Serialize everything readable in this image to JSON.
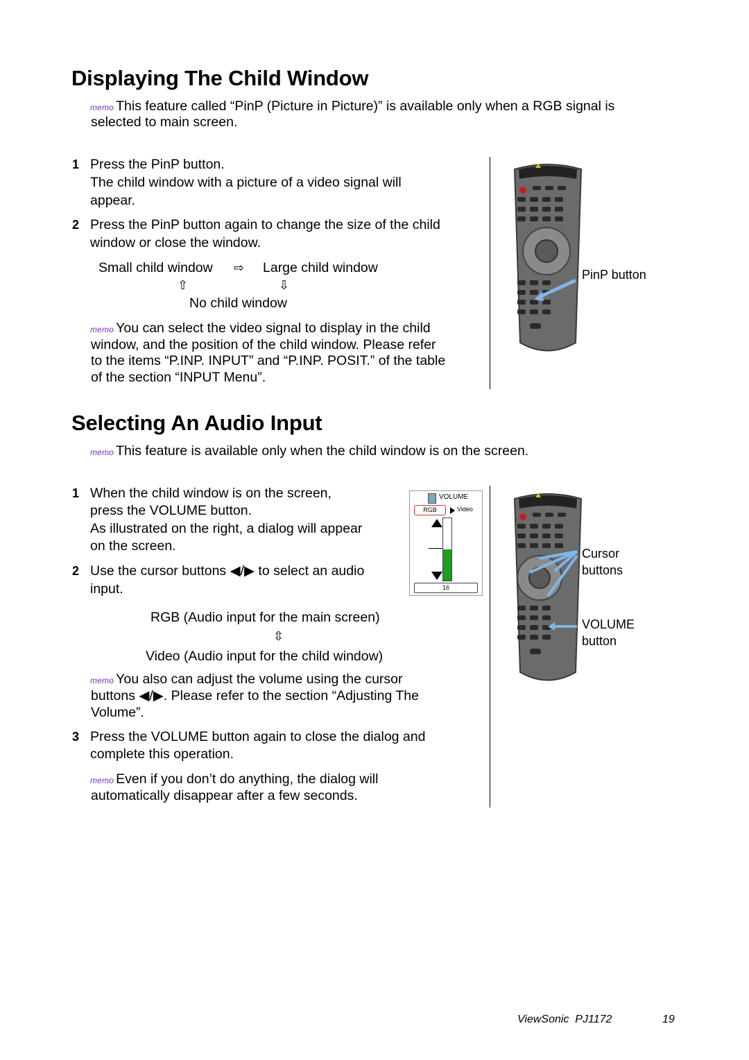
{
  "section1": {
    "title": "Displaying The Child Window",
    "memo_label": "memo",
    "memo_line1": "This feature called “PinP (Picture in Picture)” is available only when a RGB signal is",
    "memo_line2": "selected to main screen.",
    "step1_num": "1",
    "step1_line1": "Press the PinP button.",
    "step1_line2": "The child window with a picture of a video signal will",
    "step1_line3": "appear.",
    "step2_num": "2",
    "step2_line1": "Press the PinP button again to change the size of the child",
    "step2_line2": "window or close the window.",
    "cycle_small": "Small child window",
    "cycle_large": "Large child window",
    "cycle_none": "No child window",
    "arrow_right": "⇨",
    "arrow_up": "⇧",
    "arrow_down": "⇩",
    "memo2_line1": "You can select the video signal to display in the child",
    "memo2_line2": "window, and the position of the child window. Please refer",
    "memo2_line3": "to the items “P.INP. INPUT” and “P.INP. POSIT.” of the table",
    "memo2_line4": "of the section “INPUT Menu”.",
    "callout_pinp": "PinP button"
  },
  "section2": {
    "title": "Selecting An Audio Input",
    "memo_line1": "This feature is available only when the child window is on the screen.",
    "step1_num": "1",
    "step1_line1": "When the child window is on the screen,",
    "step1_line2": "press the VOLUME button.",
    "step1_line3": "As illustrated on the right, a dialog will appear",
    "step1_line4": "on the screen.",
    "step2_num": "2",
    "step2_line1": "Use the cursor buttons ◀/▶ to select an audio",
    "step2_line2": "input.",
    "option_rgb": "RGB (Audio input for the main screen)",
    "option_arrow": "⇳",
    "option_video": "Video (Audio input for the child window)",
    "memo2_line1": "You also can adjust the volume using the cursor",
    "memo2_line2": "buttons ◀/▶. Please refer to the section “Adjusting The",
    "memo2_line3": "Volume”.",
    "step3_num": "3",
    "step3_line1": "Press the VOLUME button again to close the dialog and",
    "step3_line2": "complete this operation.",
    "memo3_line1": "Even if you don’t do anything, the dialog will",
    "memo3_line2": "automatically disappear after a few seconds.",
    "dialog": {
      "title": "VOLUME",
      "tab_rgb": "RGB",
      "tab_video": "Video",
      "level_text": "16",
      "level_fraction": 0.5
    },
    "callout_cursor_1": "Cursor",
    "callout_cursor_2": "buttons",
    "callout_volume_1": "VOLUME",
    "callout_volume_2": "button"
  },
  "footer": {
    "brand": "ViewSonic  PJ1172",
    "page": "19"
  },
  "colors": {
    "memo": "#7a2cc8",
    "callout_arrow": "#7fb6e6",
    "volume_fill": "#1e9e1e"
  }
}
